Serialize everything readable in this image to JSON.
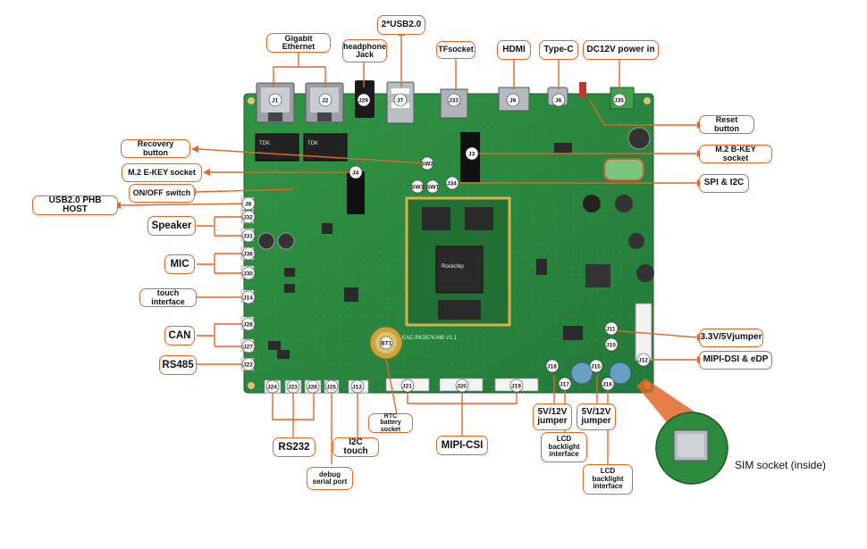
{
  "colors": {
    "board": "#2c8a3e",
    "board_dark": "#1f6b2e",
    "accent": "#e0672a",
    "gold": "#d6b24a"
  },
  "labels": {
    "gigabit_ethernet": "Gigabit Ethernet",
    "headphone_jack": "headphone\nJack",
    "usb20_dual": "2*USB2.0",
    "tf_socket": "TFsocket",
    "hdmi": "HDMI",
    "type_c": "Type-C",
    "dc12v": "DC12V power in",
    "reset_button": "Reset button",
    "m2_bkey": "M.2 B-KEY socket",
    "spi_i2c": "SPI & I2C",
    "recovery_button": "Recovery button",
    "m2_ekey": "M.2 E-KEY socket",
    "onoff_switch": "ON/OFF switch",
    "usb20_phb": "USB2.0 PHB HOST",
    "speaker": "Speaker",
    "mic": "MIC",
    "touch_interface": "touch interface",
    "can": "CAN",
    "rs485": "RS485",
    "rs232": "RS232",
    "debug_serial": "debug\nserial port",
    "i2c_touch": "I2C touch",
    "rtc_battery": "RTC\nbattery socket",
    "mipi_csi": "MIPI-CSI",
    "jumper_5v12v_a": "5V/12V\njumper",
    "jumper_5v12v_b": "5V/12V\njumper",
    "lcd_backlight_a": "LCD\nbacklight\ninterface",
    "lcd_backlight_b": "LCD\nbacklight\ninterface",
    "jumper_33v5v": "3.3V/5Vjumper",
    "mipi_dsi_edp": "MIPI-DSI & eDP",
    "sim_socket": "SIM socket (inside)"
  },
  "jumpers": {
    "J1": "J1",
    "J2": "J2",
    "J29": "J29",
    "J7": "J7",
    "J33": "J33",
    "J9": "J9",
    "J6": "J6",
    "J35": "J35",
    "J4": "J4",
    "J3": "J3",
    "J34": "J34",
    "SW2": "SW2",
    "SW3": "SW3",
    "SW1": "SW1",
    "J8": "J8",
    "J32": "J32",
    "J31": "J31",
    "J36": "J36",
    "J30": "J30",
    "J14": "J14",
    "J28": "J28",
    "J27": "J27",
    "J22": "J22",
    "J24": "J24",
    "J23": "J23",
    "J26": "J26",
    "J25": "J25",
    "J13": "J13",
    "J21": "J21",
    "J20": "J20",
    "J19": "J19",
    "J18": "J18",
    "J17": "J17",
    "J15": "J15",
    "J16": "J16",
    "J11": "J11",
    "J10": "J10",
    "J12": "J12",
    "BT1": "BT1"
  },
  "silkscreen": {
    "chip_left": "TDK",
    "chip_right": "TDK",
    "board_code": "EAC-RK3576-MB V1.1",
    "soc_brand": "Rockchip"
  }
}
